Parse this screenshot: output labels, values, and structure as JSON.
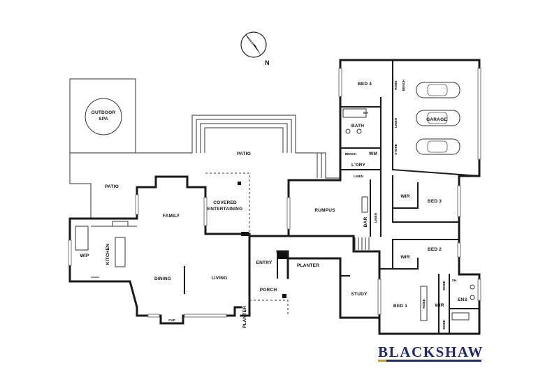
{
  "compass": {
    "label": "N"
  },
  "rooms": {
    "outdoor_spa": [
      "OUTDOOR",
      "SPA"
    ],
    "patio_top": "PATIO",
    "patio_left": "PATIO",
    "family": "FAMILY",
    "covered_entertaining": [
      "COVERED",
      "ENTERTAINING"
    ],
    "rumpus": "RUMPUS",
    "bar": "BAR",
    "kitchen": "KITCHEN",
    "wip": "WIP",
    "dining": "DINING",
    "living": "LIVING",
    "cup": "CUP",
    "entry": "ENTRY",
    "porch": "PORCH",
    "planter_right": "PLANTER",
    "planter_bottom": "PLANTER",
    "study": "STUDY",
    "bed1": "BED 1",
    "bed2": "BED 2",
    "bed3": "BED 3",
    "bed4": "BED 4",
    "wir_bed3": "WIR",
    "wir_bed2": "WIR",
    "wir_bed1": "WIR",
    "ens": "ENS",
    "bath": "BATH",
    "ldry": "L'DRY",
    "wm": "WM",
    "bench_ldry": "BENCH",
    "linen_ldry": "LINEN",
    "linen_hall": "LINEN",
    "linen_top": "LINEN",
    "garage": "GARAGE",
    "robe_bed4": "ROBE",
    "bench_garage": "BENCH",
    "store": "STORE",
    "robe_bed1": "ROBE",
    "robe_ens_top": "ROBE",
    "robe_ens_bottom": "ROBE",
    "sh_bath": "SH",
    "sh_ens": "SH"
  },
  "brand": {
    "name": "BLACKSHAW",
    "bar_color": "#1f2a6e",
    "bar_accent": "#c9a227"
  }
}
